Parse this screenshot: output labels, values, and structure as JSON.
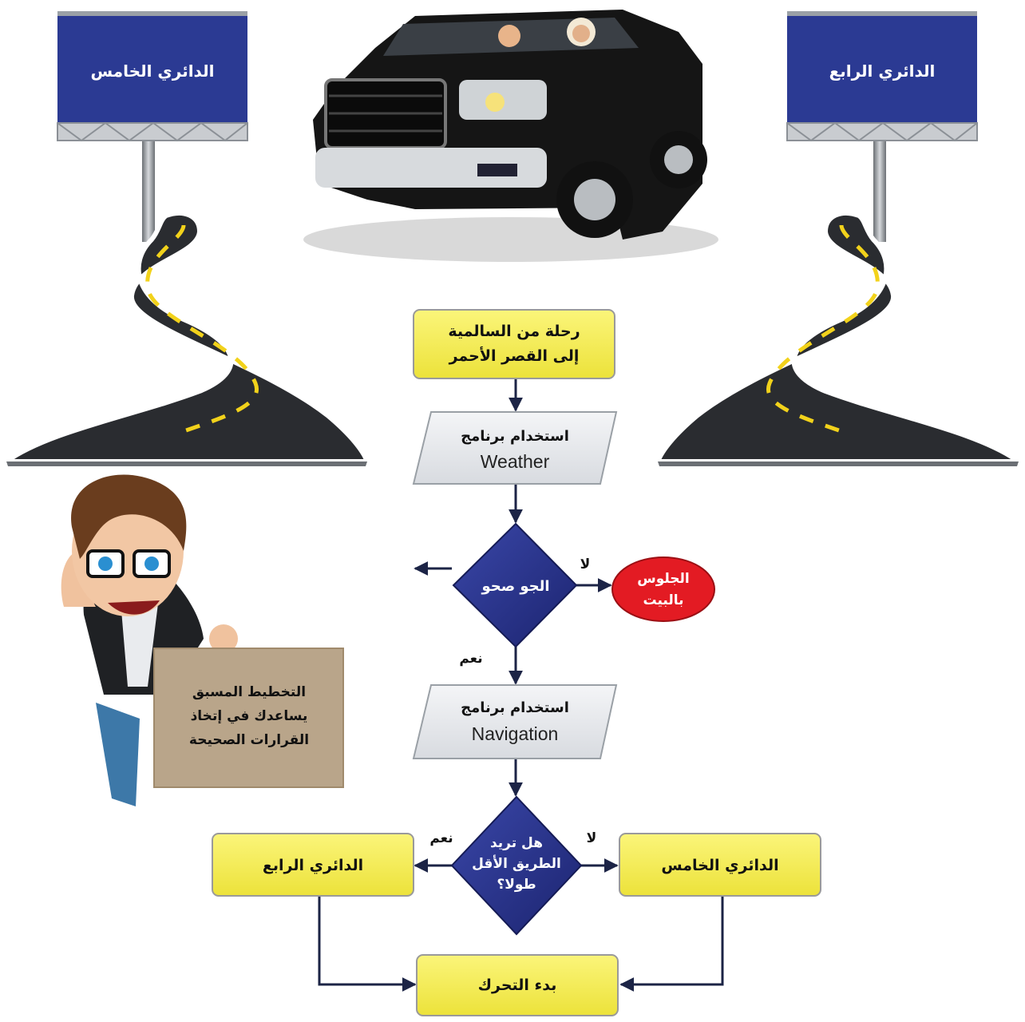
{
  "billboards": {
    "left": "الدائري الخامس",
    "right": "الدائري الرابع"
  },
  "flowchart": {
    "start": {
      "line1": "رحلة من السالمية",
      "line2": "إلى القصر الأحمر"
    },
    "weather_input": {
      "line1": "استخدام برنامج",
      "line2": "Weather"
    },
    "weather_decision": "الجو صحو",
    "weather_no_label": "لا",
    "weather_yes_label": "نعم",
    "stay_home": {
      "line1": "الجلوس",
      "line2": "بالبيت"
    },
    "navigation_input": {
      "line1": "استخدام برنامج",
      "line2": "Navigation"
    },
    "route_decision": {
      "line1": "هل تريد",
      "line2": "الطريق الأقل",
      "line3": "طولا؟"
    },
    "route_yes_label": "نعم",
    "route_no_label": "لا",
    "fourth_ring": "الدائري الرابع",
    "fifth_ring": "الدائري الخامس",
    "start_moving": "بدء التحرك"
  },
  "sign": {
    "line1": "التخطيط المسبق",
    "line2": "يساعدك في إتخاذ",
    "line3": "القرارات الصحيحة"
  },
  "colors": {
    "billboard": "#2b3a93",
    "process": "#f2ea4c",
    "decision": "#26318a",
    "terminal_red": "#e31b23",
    "io_box": "#e4e6ea",
    "sign": "#b9a58a",
    "road": "#2a2c30",
    "arrow": "#1c2446"
  }
}
